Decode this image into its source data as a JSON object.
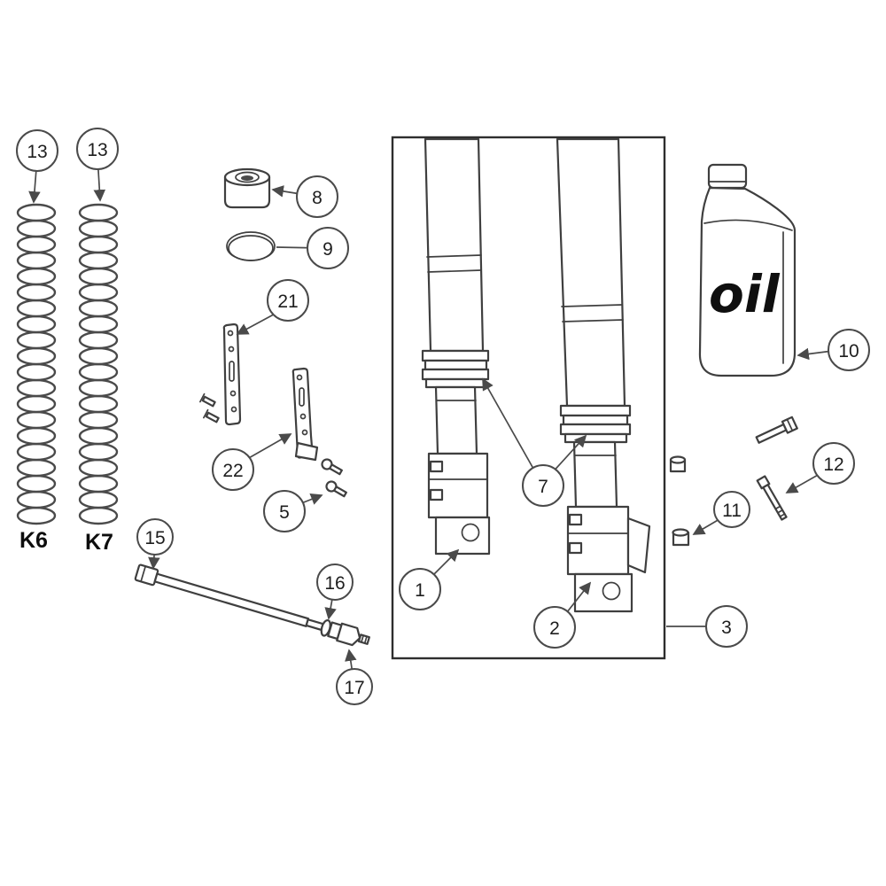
{
  "colors": {
    "ink": "#3f3f3f",
    "background": "#ffffff"
  },
  "labels": {
    "spring_left_code": "K6",
    "spring_right_code": "K7",
    "oil_bottle": "oil"
  },
  "callouts": {
    "spring_left": "13",
    "spring_right": "13",
    "fork_leg_left": "1",
    "fork_leg_right": "2",
    "fork_assembly": "3",
    "screws": "5",
    "dust_seals": "7",
    "top_cap": "8",
    "oring": "9",
    "oil": "10",
    "fastener_left": "11",
    "fastener_right": "12",
    "axle_bolt": "15",
    "washer": "16",
    "axle_nut": "17",
    "bracket_upper": "21",
    "bracket_lower": "22"
  }
}
